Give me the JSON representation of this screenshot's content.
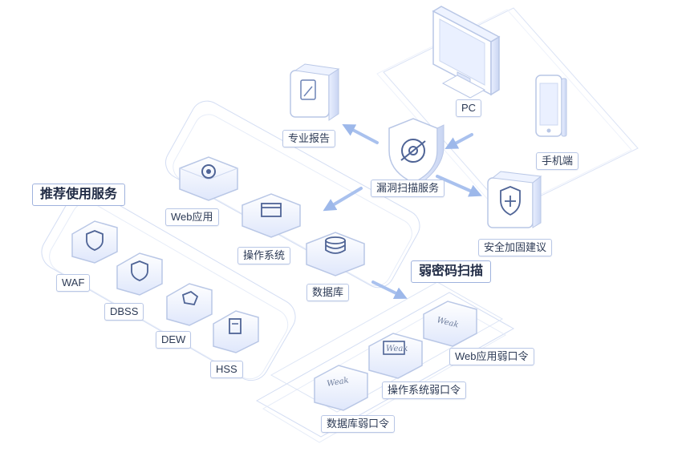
{
  "diagram": {
    "center_label": "漏洞扫描服务",
    "terminals": {
      "pc": "PC",
      "mobile": "手机端"
    },
    "outputs": {
      "report": "专业报告",
      "advice": "安全加固建议"
    },
    "scan_targets": [
      "Web应用",
      "操作系统",
      "数据库"
    ],
    "recommended": {
      "title": "推荐使用服务",
      "items": [
        "WAF",
        "DBSS",
        "DEW",
        "HSS"
      ]
    },
    "weak_password": {
      "title": "弱密码扫描",
      "items": [
        "Web应用弱口令",
        "操作系统弱口令",
        "数据库弱口令"
      ],
      "badge": "Weak"
    }
  }
}
